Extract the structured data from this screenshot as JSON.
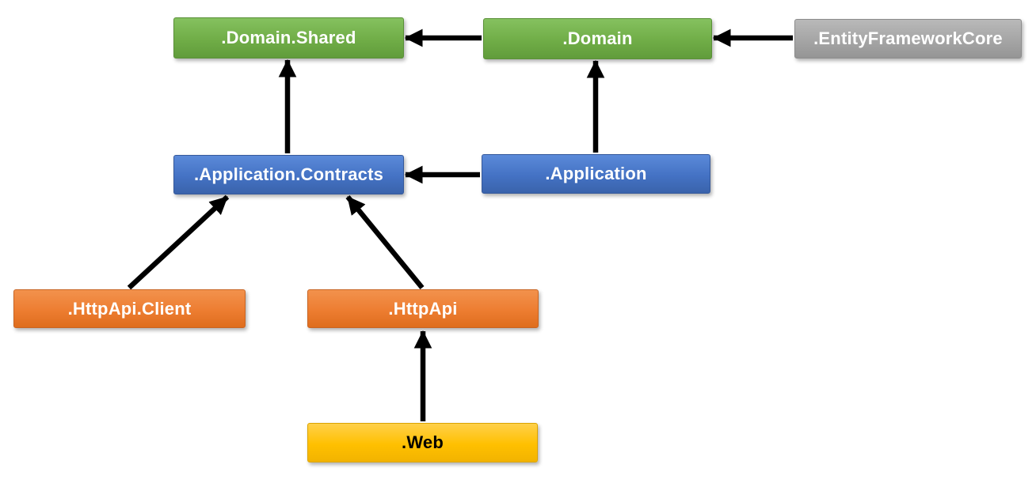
{
  "diagram": {
    "type": "dependency-diagram",
    "background": "#ffffff",
    "arrow_color": "#000000",
    "nodes": {
      "domain_shared": {
        "label": ".Domain.Shared",
        "color": "#70AD47",
        "text_color": "#FFFFFF"
      },
      "domain": {
        "label": ".Domain",
        "color": "#70AD47",
        "text_color": "#FFFFFF"
      },
      "efcore": {
        "label": ".EntityFrameworkCore",
        "color": "#A5A5A5",
        "text_color": "#FFFFFF"
      },
      "app_contracts": {
        "label": ".Application.Contracts",
        "color": "#4472C4",
        "text_color": "#FFFFFF"
      },
      "application": {
        "label": ".Application",
        "color": "#4472C4",
        "text_color": "#FFFFFF"
      },
      "httpapi_client": {
        "label": ".HttpApi.Client",
        "color": "#ED7D31",
        "text_color": "#FFFFFF"
      },
      "httpapi": {
        "label": ".HttpApi",
        "color": "#ED7D31",
        "text_color": "#FFFFFF"
      },
      "web": {
        "label": ".Web",
        "color": "#FFC000",
        "text_color": "#000000"
      }
    },
    "edges": [
      {
        "from": ".Domain",
        "to": ".Domain.Shared"
      },
      {
        "from": ".EntityFrameworkCore",
        "to": ".Domain"
      },
      {
        "from": ".Application.Contracts",
        "to": ".Domain.Shared"
      },
      {
        "from": ".Application",
        "to": ".Domain"
      },
      {
        "from": ".Application",
        "to": ".Application.Contracts"
      },
      {
        "from": ".HttpApi.Client",
        "to": ".Application.Contracts"
      },
      {
        "from": ".HttpApi",
        "to": ".Application.Contracts"
      },
      {
        "from": ".Web",
        "to": ".HttpApi"
      }
    ]
  }
}
